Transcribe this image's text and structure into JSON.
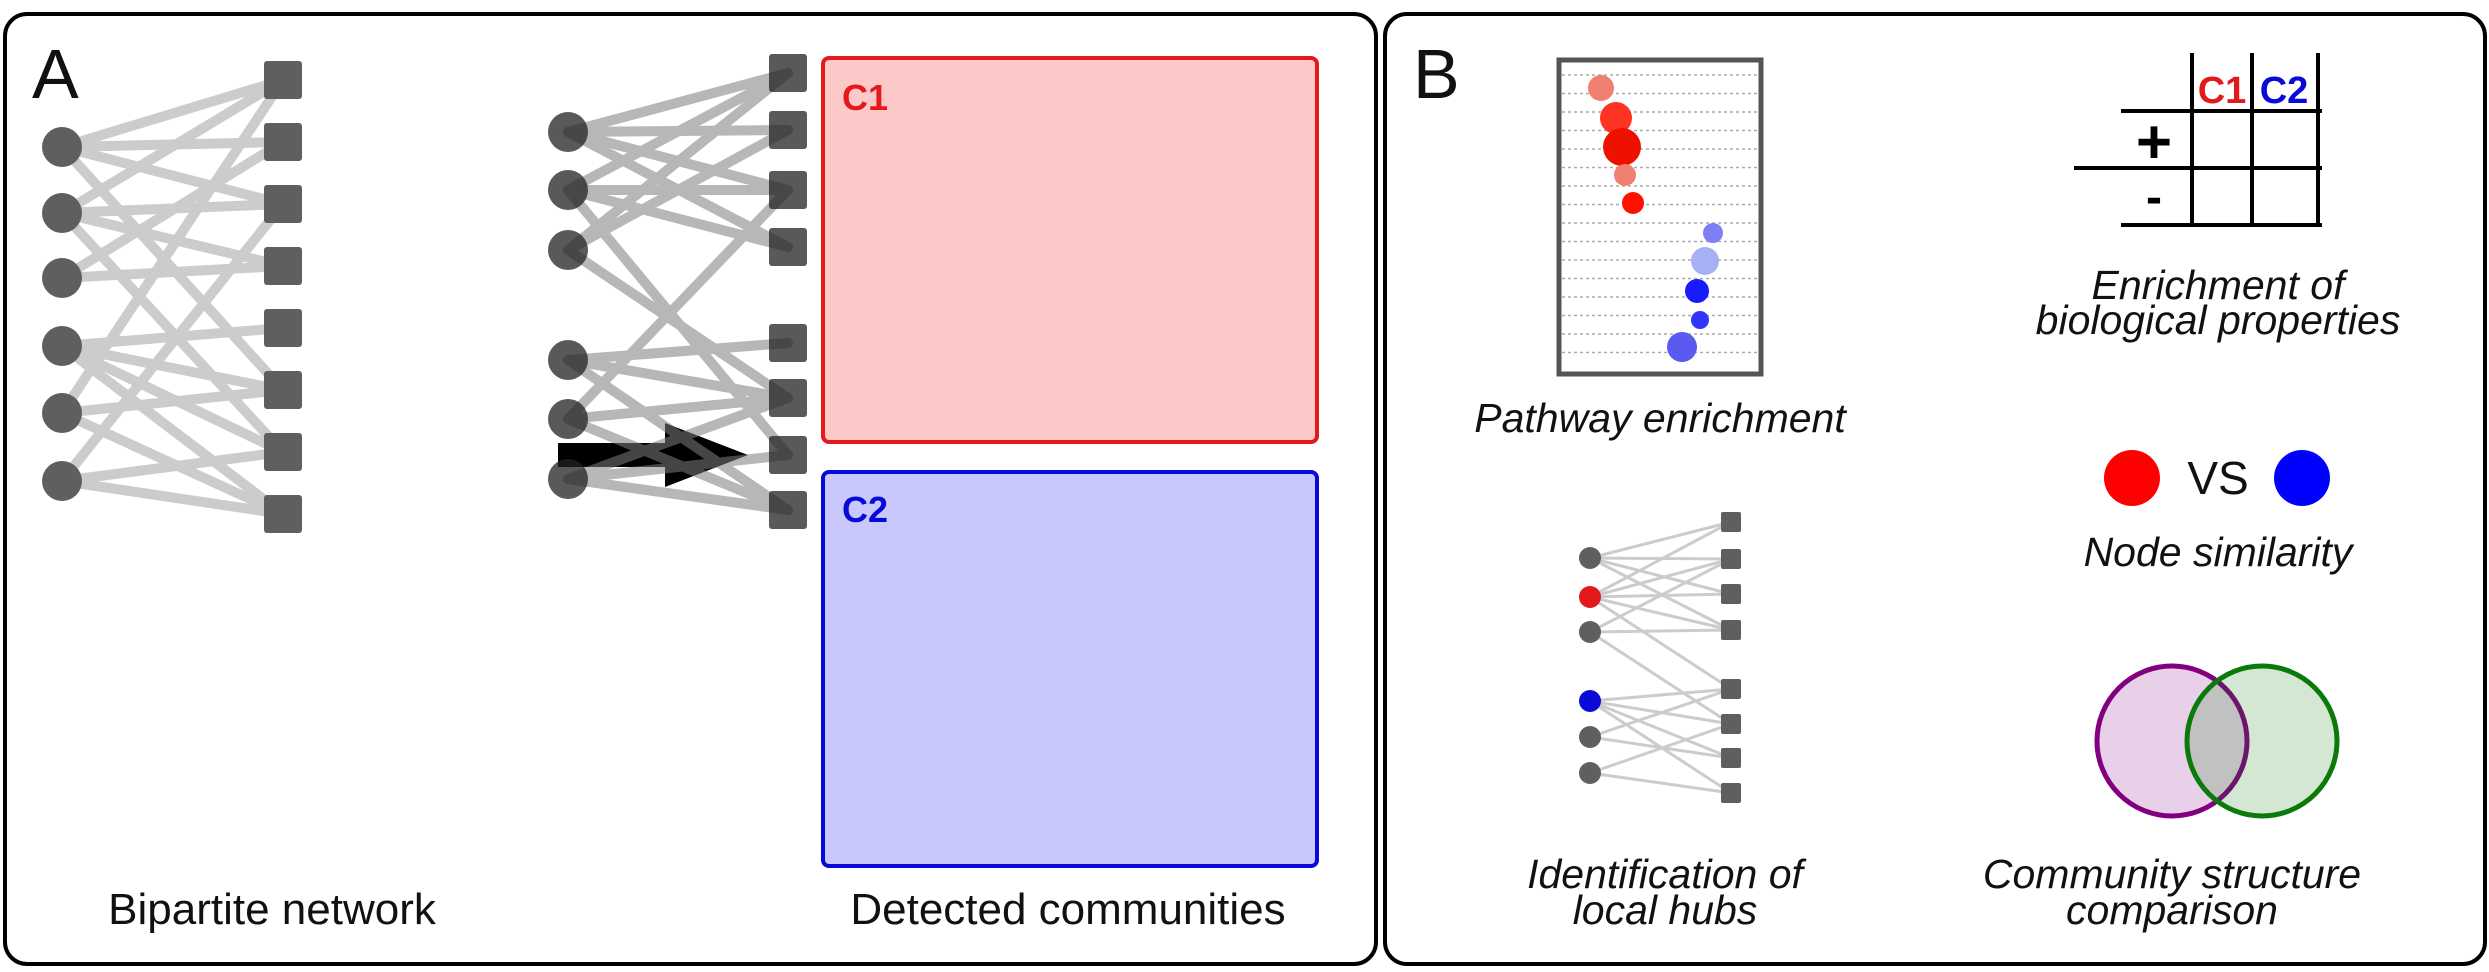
{
  "panel_a": {
    "label": "A",
    "left_caption": "Bipartite network",
    "right_caption": "Detected communities",
    "communities": [
      {
        "label": "C1",
        "color": "#e31a1c",
        "fill": "#fdc8c8"
      },
      {
        "label": "C2",
        "color": "#0a0ad8",
        "fill": "#c8c8fd"
      }
    ]
  },
  "panel_b": {
    "label": "B",
    "pathway": {
      "caption": "Pathway enrichment"
    },
    "enrichment": {
      "caption_line1": "Enrichment of",
      "caption_line2": "biological properties",
      "col_headers": [
        "C1",
        "C2"
      ],
      "row_headers": [
        "+",
        "-"
      ]
    },
    "similarity": {
      "vs_text": "VS",
      "caption": "Node similarity"
    },
    "hubs": {
      "caption_line1": "Identification of",
      "caption_line2": "local hubs"
    },
    "comparison": {
      "caption_line1": "Community structure",
      "caption_line2": "comparison"
    }
  },
  "colors": {
    "node": "#5f5f5f",
    "edge": "#cccccc",
    "red": "#e31a1c",
    "blue": "#0a0ad8",
    "venn_purple": "#800080",
    "venn_green": "#0a7a0a"
  }
}
